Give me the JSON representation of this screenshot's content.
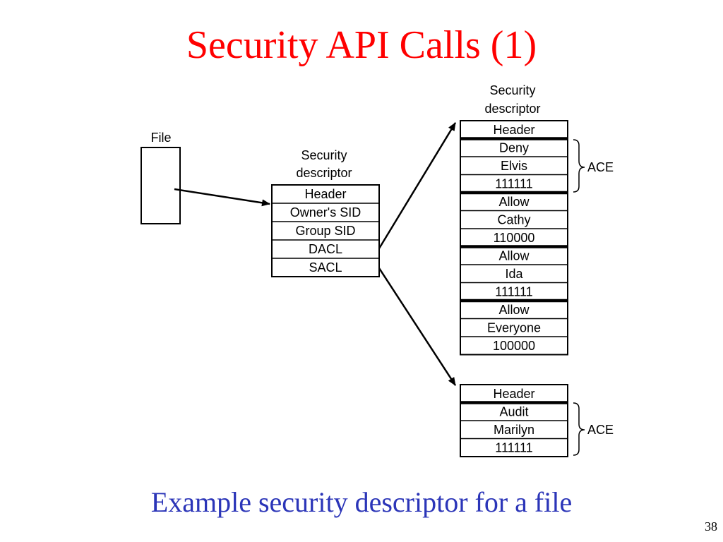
{
  "title": "Security API Calls (1)",
  "caption": "Example security descriptor for a file",
  "page_number": "38",
  "diagram": {
    "file_label": "File",
    "main_descriptor": {
      "label_line1": "Security",
      "label_line2": "descriptor",
      "fields": [
        "Header",
        "Owner's SID",
        "Group SID",
        "DACL",
        "SACL"
      ]
    },
    "dacl_descriptor": {
      "label_line1": "Security",
      "label_line2": "descriptor",
      "cells": [
        "Header",
        "Deny",
        "Elvis",
        "111111",
        "Allow",
        "Cathy",
        "110000",
        "Allow",
        "Ida",
        "111111",
        "Allow",
        "Everyone",
        "100000"
      ]
    },
    "sacl_descriptor": {
      "cells": [
        "Header",
        "Audit",
        "Marilyn",
        "111111"
      ]
    },
    "ace_label": "ACE"
  }
}
